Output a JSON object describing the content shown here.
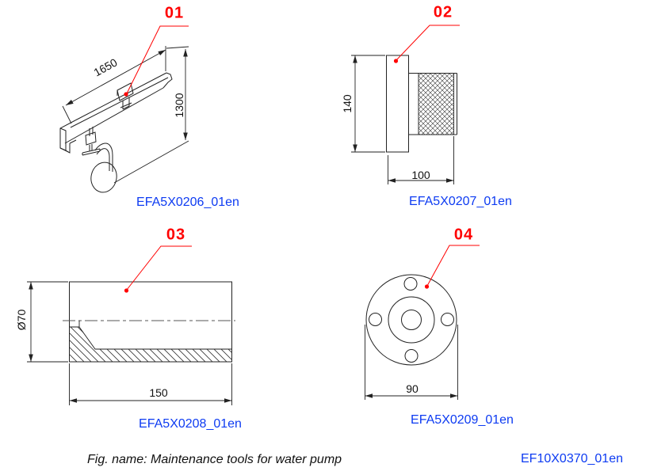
{
  "colors": {
    "callout_red": "#ff0000",
    "label_blue": "#0d3bf2",
    "line_black": "#222222"
  },
  "figures": [
    {
      "callout": "01",
      "code": "EFA5X0206_01en",
      "dim_length": "1650",
      "dim_height": "1300"
    },
    {
      "callout": "02",
      "code": "EFA5X0207_01en",
      "dim_height": "140",
      "dim_width": "100"
    },
    {
      "callout": "03",
      "code": "EFA5X0208_01en",
      "dim_diameter": "Ø70",
      "dim_length": "150"
    },
    {
      "callout": "04",
      "code": "EFA5X0209_01en",
      "dim_width": "90"
    }
  ],
  "footer": {
    "caption": "Fig. name: Maintenance tools for water pump",
    "doc_code": "EF10X0370_01en"
  }
}
